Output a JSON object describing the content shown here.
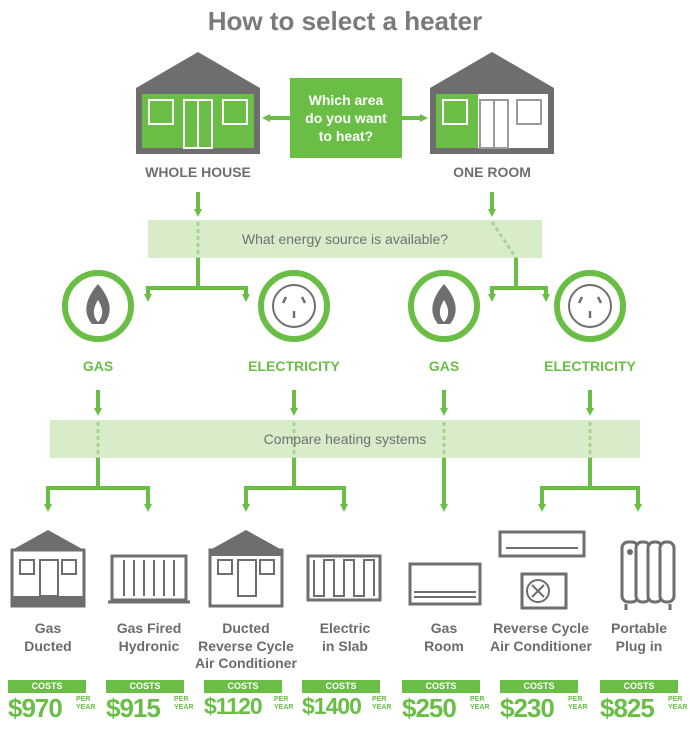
{
  "title": "How to select a heater",
  "question": "Which area\ndo you want\nto heat?",
  "areas": [
    {
      "label": "WHOLE HOUSE"
    },
    {
      "label": "ONE ROOM"
    }
  ],
  "energy_question": "What energy source is available?",
  "sources": [
    {
      "label": "GAS",
      "icon": "flame-icon"
    },
    {
      "label": "ELECTRICITY",
      "icon": "power-outlet-icon"
    },
    {
      "label": "GAS",
      "icon": "flame-icon"
    },
    {
      "label": "ELECTRICITY",
      "icon": "power-outlet-icon"
    }
  ],
  "compare_label": "Compare heating systems",
  "systems": [
    {
      "name": "Gas\nDucted",
      "icon": "ducted-house-icon",
      "cost_tag": "COSTS",
      "cost": "$970",
      "per": "PER\nYEAR"
    },
    {
      "name": "Gas Fired\nHydronic",
      "icon": "radiator-icon",
      "cost_tag": "COSTS",
      "cost": "$915",
      "per": "PER\nYEAR"
    },
    {
      "name": "Ducted\nReverse Cycle\nAir Conditioner",
      "icon": "ducted-house-icon",
      "cost_tag": "COSTS",
      "cost": "$1120",
      "per": "PER\nYEAR"
    },
    {
      "name": "Electric\nin Slab",
      "icon": "slab-heating-icon",
      "cost_tag": "COSTS",
      "cost": "$1400",
      "per": "PER\nYEAR"
    },
    {
      "name": "Gas\nRoom",
      "icon": "gas-room-heater-icon",
      "cost_tag": "COSTS",
      "cost": "$250",
      "per": "PER\nYEAR"
    },
    {
      "name": "Reverse Cycle\nAir Conditioner",
      "icon": "split-air-conditioner-icon",
      "cost_tag": "COSTS",
      "cost": "$230",
      "per": "PER\nYEAR"
    },
    {
      "name": "Portable\nPlug in",
      "icon": "oil-heater-icon",
      "cost_tag": "COSTS",
      "cost": "$825",
      "per": "PER\nYEAR"
    }
  ],
  "colors": {
    "green": "#6abe46",
    "light_green": "#d9ecca",
    "grey": "#6e6e6e"
  }
}
